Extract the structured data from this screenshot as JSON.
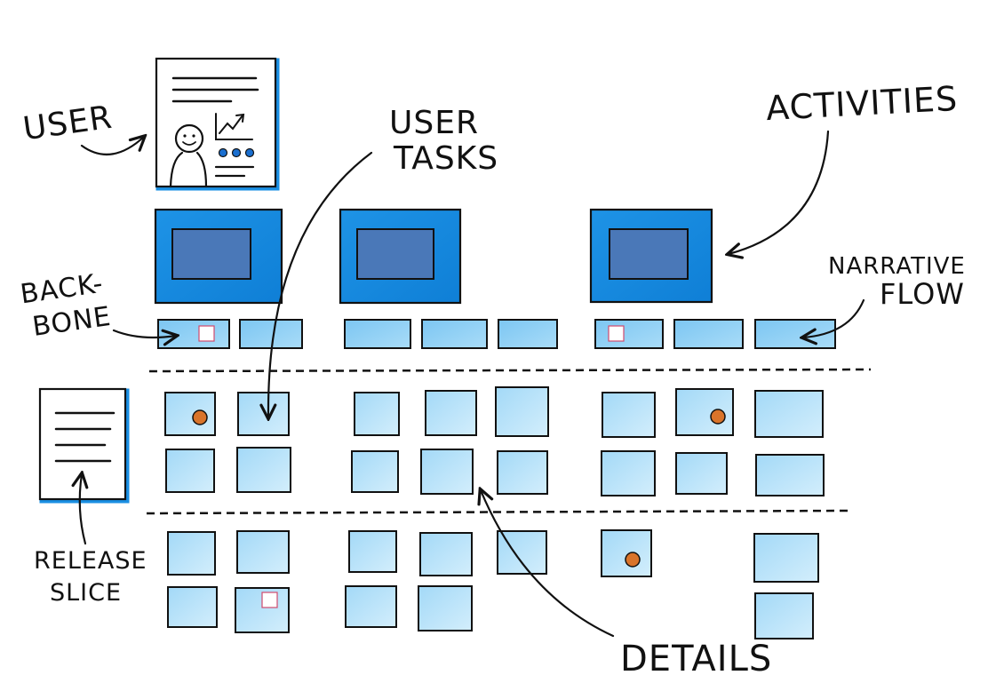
{
  "labels": {
    "user": "USER",
    "user_tasks_line1": "USER",
    "user_tasks_line2": "TASKS",
    "activities": "ACTIVITIES",
    "backbone_line1": "BACK-",
    "backbone_line2": "BONE",
    "narrative_line1": "NARRATIVE",
    "narrative_line2": "FLOW",
    "release_line1": "RELEASE",
    "release_line2": "SLICE",
    "details": "DETAILS"
  },
  "colors": {
    "activity_blue": "#1a8fe3",
    "activity_inner": "#4a78b8",
    "task_blue": "#8ed0f5",
    "detail_blue": "#b9e3fa",
    "dot_orange": "#d9742b",
    "ink": "#111111"
  }
}
